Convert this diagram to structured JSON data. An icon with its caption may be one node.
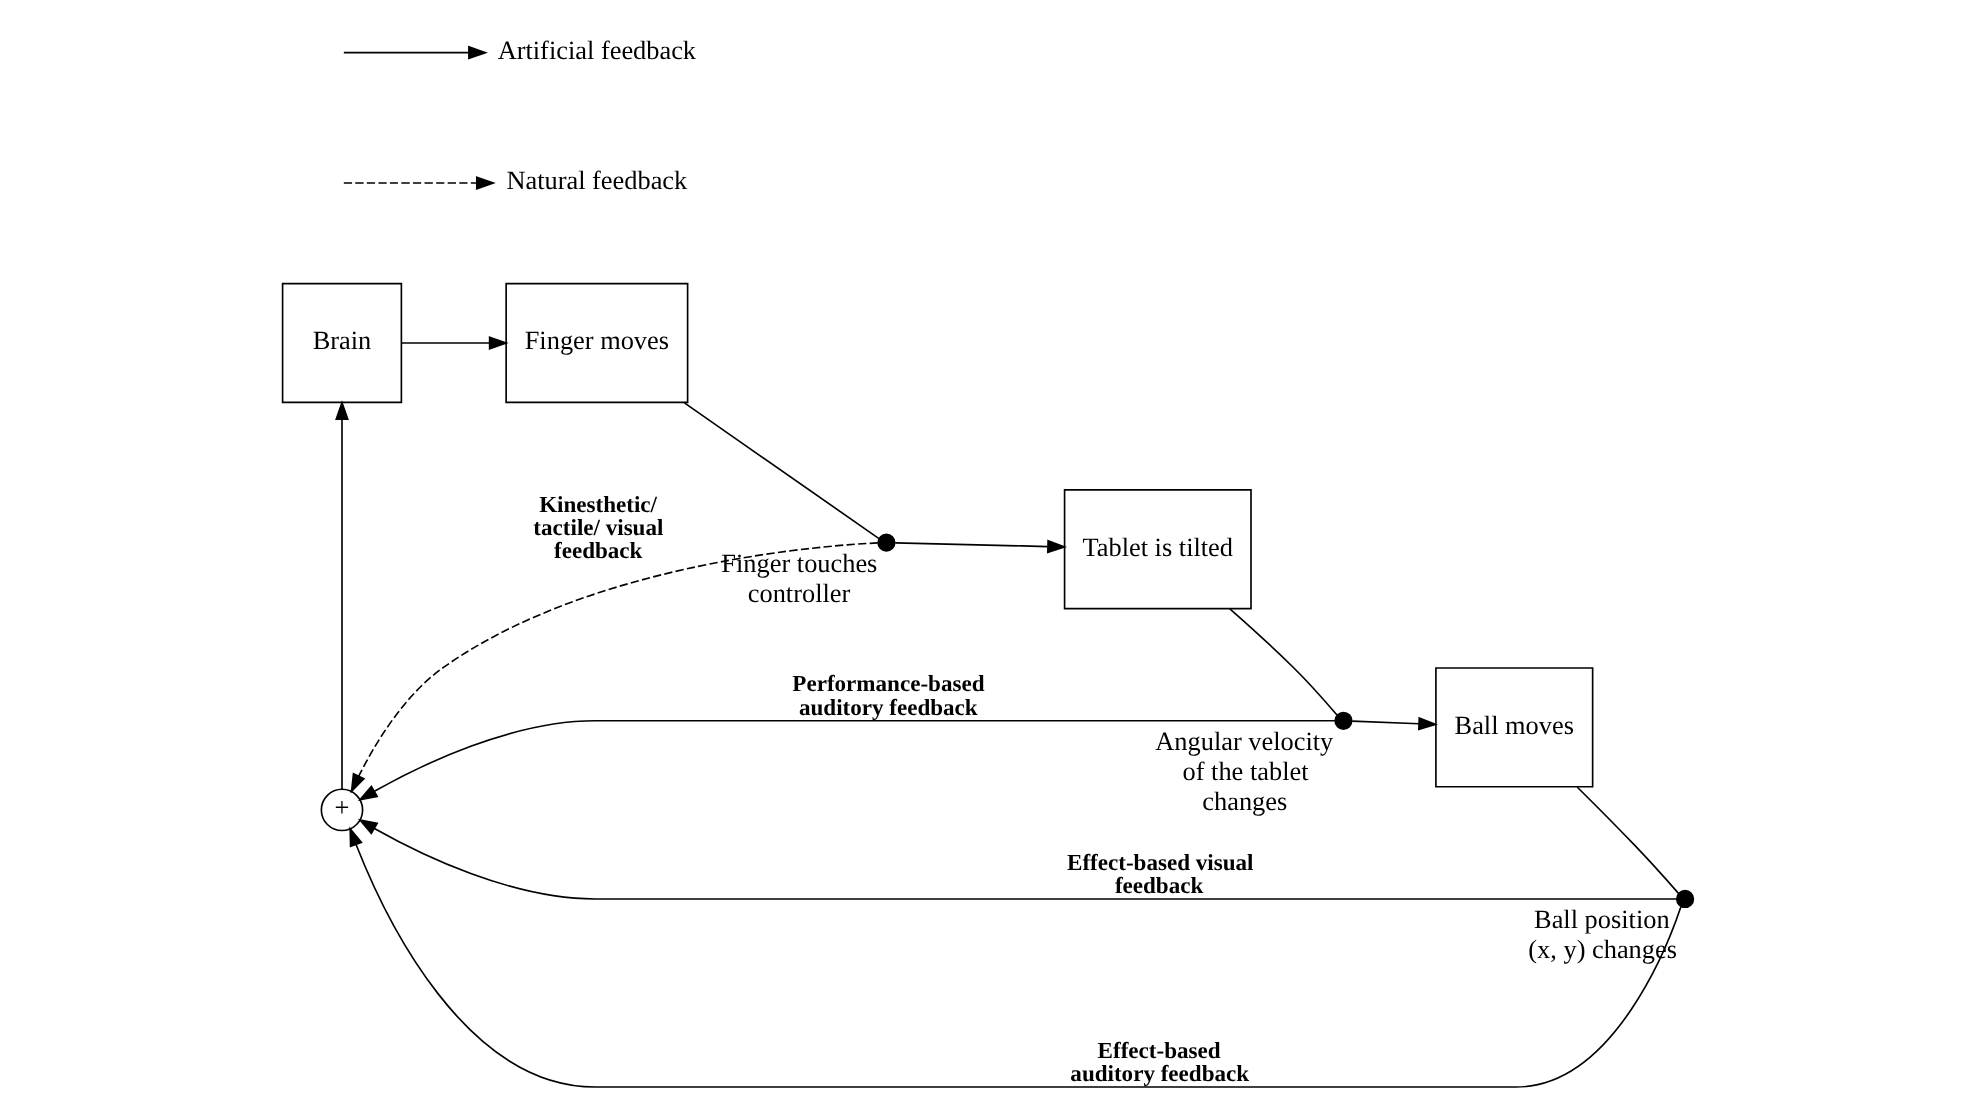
{
  "diagram": {
    "nodes": [
      {
        "text": [
          "Brain"
        ]
      },
      {
        "text": [
          "Finger moves"
        ]
      },
      {
        "text": [],
        "shape": "circle",
        "beside": [
          "Finger touches controller"
        ]
      },
      {
        "text": [
          "Tablet is tilted"
        ]
      },
      {
        "text": [],
        "shape": "circle",
        "beside": [
          "Angular velocity of the tablet changes"
        ]
      },
      {
        "text": [
          "Ball moves"
        ]
      },
      {
        "text": [],
        "shape": "circle",
        "beside": [
          "Ball position (x, y) changes"
        ]
      },
      {
        "text": [
          "+"
        ]
      }
    ],
    "edges": [
      {
        "from": 0,
        "to": 1,
        "arrow": "to"
      },
      {
        "from": 1,
        "to": 2,
        "arrow": "none"
      },
      {
        "from": 2,
        "to": 3,
        "arrow": "to"
      },
      {
        "from": 3,
        "to": 4,
        "arrow": "none"
      },
      {
        "from": 4,
        "to": 5,
        "arrow": "to"
      },
      {
        "from": 5,
        "to": 6,
        "arrow": "none"
      },
      {
        "from": 6,
        "to": 7,
        "arrow": "to",
        "label": "Effect-based visual feedback"
      },
      {
        "from": 6,
        "to": 7,
        "arrow": "to",
        "label": "Effect-based auditory feedback"
      },
      {
        "from": 4,
        "to": 7,
        "arrow": "to",
        "label": "Performance-based auditory feedback"
      },
      {
        "from": 2,
        "to": 7,
        "arrow": "to",
        "style": "dashed",
        "label": "Kinesthetic/ tactile/ visual feedback"
      },
      {
        "from": 7,
        "to": 0,
        "arrow": "to"
      }
    ],
    "legend": [
      {
        "text": "Artificial feedback"
      },
      {
        "text": "Natural feedback"
      }
    ]
  }
}
